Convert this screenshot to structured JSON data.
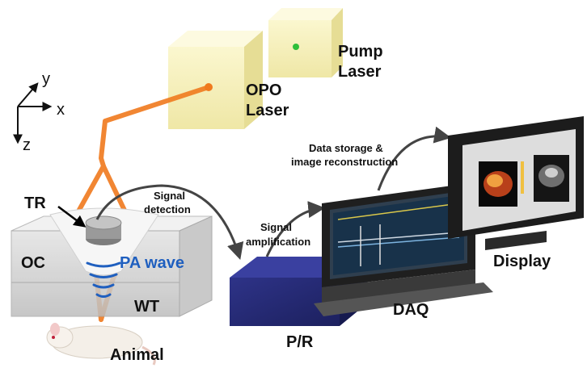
{
  "labels": {
    "pump_laser_line1": "Pump",
    "pump_laser_line2": "Laser",
    "opo_laser_line1": "OPO",
    "opo_laser_line2": "Laser",
    "axis_x": "x",
    "axis_y": "y",
    "axis_z": "z",
    "tr": "TR",
    "oc": "OC",
    "pa_wave": "PA wave",
    "wt": "WT",
    "animal": "Animal",
    "signal_detection_line1": "Signal",
    "signal_detection_line2": "detection",
    "signal_amplification_line1": "Signal",
    "signal_amplification_line2": "amplification",
    "data_storage_line1": "Data storage &",
    "data_storage_line2": "image reconstruction",
    "pr": "P/R",
    "daq": "DAQ",
    "display": "Display"
  },
  "colors": {
    "laser_box": "#f7f1b8",
    "laser_beam": "#f07a1e",
    "pump_beam": "#2fbf3a",
    "pa_wave": "#1f5fbf",
    "pr_box": "#2a2f7e",
    "monitor_frame": "#2b2b2b"
  }
}
